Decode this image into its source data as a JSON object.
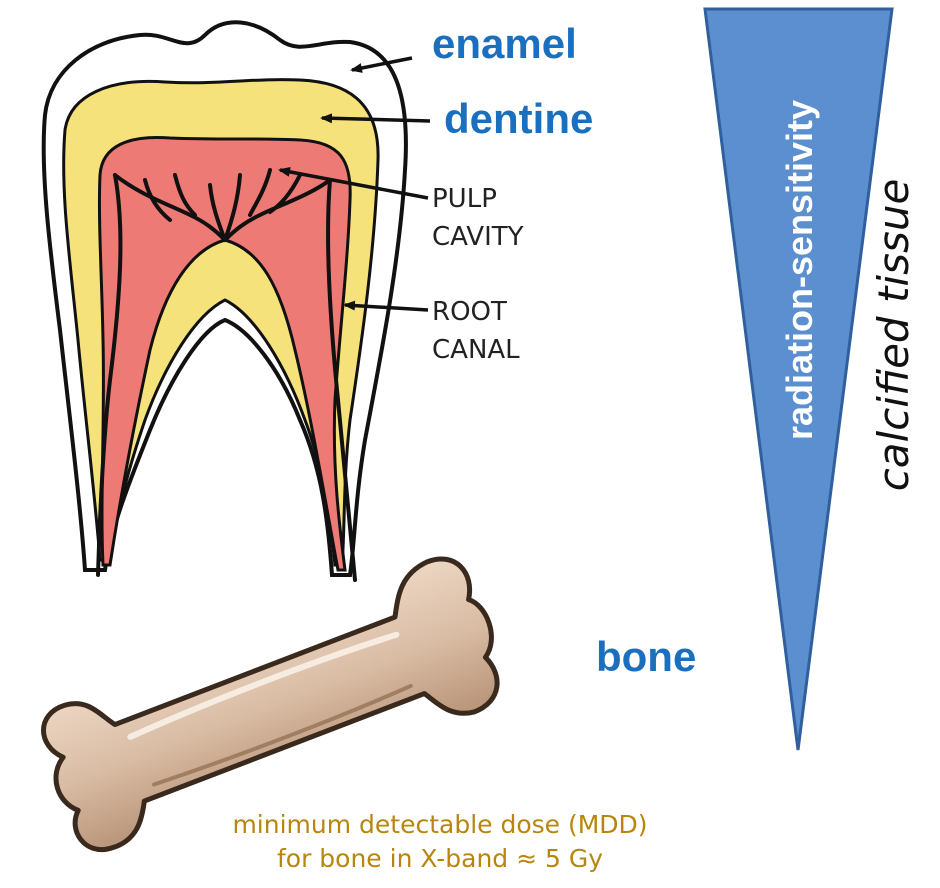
{
  "colors": {
    "label_blue": "#1a6fbf",
    "triangle_fill": "#5b8fd0",
    "triangle_stroke": "#2f5f9c",
    "enamel": "#ffffff",
    "dentine": "#f6e27a",
    "pulp": "#ee7a76",
    "bone": "#d9bca4",
    "note_text": "#b8860b"
  },
  "labels": {
    "enamel": "enamel",
    "dentine": "dentine",
    "pulp_line1": "PULP",
    "pulp_line2": "CAVITY",
    "root_line1": "ROOT",
    "root_line2": "CANAL",
    "bone": "bone",
    "radiation_sensitivity": "radiation-sensitivity",
    "calcified_tissue": "calcified tissue"
  },
  "note": {
    "line1": "minimum detectable dose (MDD)",
    "line2": "for bone in X-band ≈ 5 Gy"
  },
  "icons": [
    "tooth-icon",
    "bone-icon",
    "arrow-icon"
  ]
}
